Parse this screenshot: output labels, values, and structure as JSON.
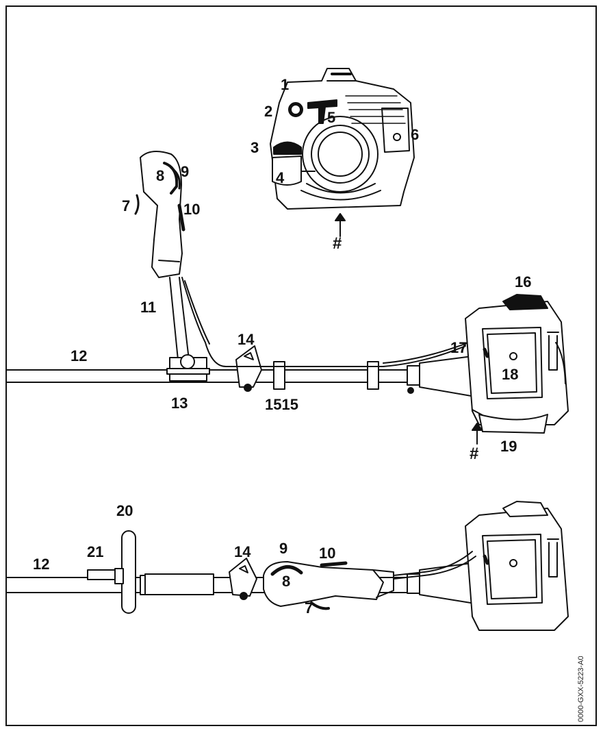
{
  "labels": {
    "l1": "1",
    "l2": "2",
    "l3": "3",
    "l4": "4",
    "l5": "5",
    "l6": "6",
    "l7a": "7",
    "l8a": "8",
    "l9a": "9",
    "l10a": "10",
    "l11": "11",
    "l12a": "12",
    "l13": "13",
    "l14a": "14",
    "l15": "1515",
    "l16": "16",
    "l17": "17",
    "l18": "18",
    "l19": "19",
    "hash_a": "#",
    "hash_b": "#",
    "l20": "20",
    "l21": "21",
    "l12b": "12",
    "l14b": "14",
    "l9b": "9",
    "l10b": "10",
    "l8b": "8",
    "l7b": "7"
  },
  "document_id": "0000-GXX-5223-A0"
}
